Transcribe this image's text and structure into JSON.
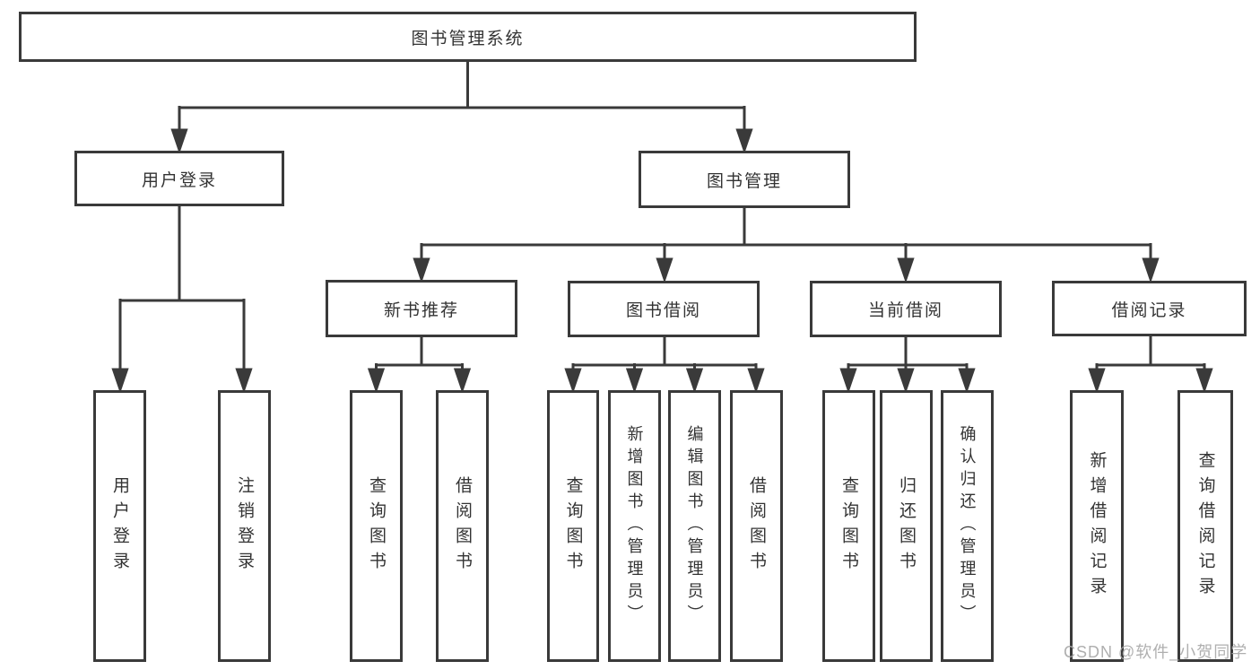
{
  "diagram": {
    "root": {
      "label": "图书管理系统"
    },
    "branches": [
      {
        "label": "用户登录",
        "children": [
          {
            "label": "用户登录"
          },
          {
            "label": "注销登录"
          }
        ]
      },
      {
        "label": "图书管理",
        "children": [
          {
            "label": "新书推荐",
            "children": [
              {
                "label": "查询图书"
              },
              {
                "label": "借阅图书"
              }
            ]
          },
          {
            "label": "图书借阅",
            "children": [
              {
                "label": "查询图书"
              },
              {
                "label": "新增图书（管理员）"
              },
              {
                "label": "编辑图书（管理员）"
              },
              {
                "label": "借阅图书"
              }
            ]
          },
          {
            "label": "当前借阅",
            "children": [
              {
                "label": "查询图书"
              },
              {
                "label": "归还图书"
              },
              {
                "label": "确认归还（管理员）"
              }
            ]
          },
          {
            "label": "借阅记录",
            "children": [
              {
                "label": "新增借阅记录"
              },
              {
                "label": "查询借阅记录"
              }
            ]
          }
        ]
      }
    ]
  },
  "watermark": {
    "text": "CSDN @软件_小贺同学"
  },
  "colors": {
    "line": "#3a3a3a",
    "text": "#333333",
    "background": "#ffffff",
    "watermark": "#a8a8a8"
  }
}
